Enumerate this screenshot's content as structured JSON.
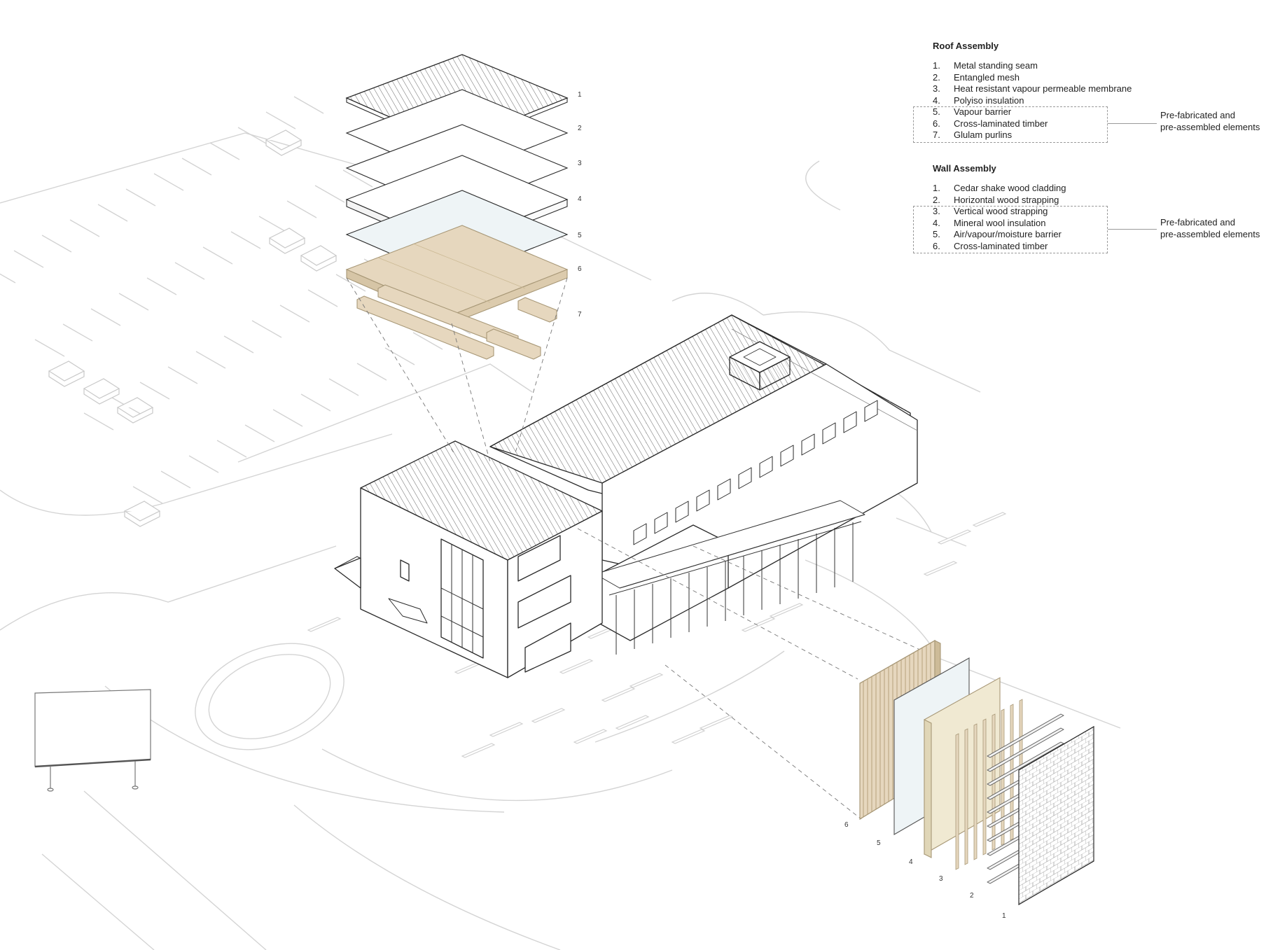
{
  "roof_assembly": {
    "title": "Roof Assembly",
    "items": [
      {
        "num": "1.",
        "text": "Metal standing seam"
      },
      {
        "num": "2.",
        "text": "Entangled mesh"
      },
      {
        "num": "3.",
        "text": "Heat resistant vapour permeable membrane"
      },
      {
        "num": "4.",
        "text": "Polyiso insulation"
      },
      {
        "num": "5.",
        "text": "Vapour barrier"
      },
      {
        "num": "6.",
        "text": "Cross-laminated timber"
      },
      {
        "num": "7.",
        "text": "Glulam purlins"
      }
    ],
    "prefab_note": [
      "Pre-fabricated and",
      "pre-assembled elements"
    ]
  },
  "wall_assembly": {
    "title": "Wall Assembly",
    "items": [
      {
        "num": "1.",
        "text": "Cedar shake wood cladding"
      },
      {
        "num": "2.",
        "text": "Horizontal wood strapping"
      },
      {
        "num": "3.",
        "text": "Vertical wood strapping"
      },
      {
        "num": "4.",
        "text": "Mineral wool insulation"
      },
      {
        "num": "5.",
        "text": "Air/vapour/moisture barrier"
      },
      {
        "num": "6.",
        "text": "Cross-laminated timber"
      }
    ],
    "prefab_note": [
      "Pre-fabricated and",
      "pre-assembled elements"
    ]
  },
  "roof_layer_labels": [
    "1",
    "2",
    "3",
    "4",
    "5",
    "6",
    "7"
  ],
  "wall_layer_labels": [
    "6",
    "5",
    "4",
    "3",
    "2",
    "1"
  ],
  "colors": {
    "line": "#2a2a2a",
    "site_line": "#d4d4d4",
    "timber": "#e6d7be",
    "timber_edge": "#a89877",
    "insulation": "#f0e9d2",
    "membrane": "#eef4f6"
  }
}
